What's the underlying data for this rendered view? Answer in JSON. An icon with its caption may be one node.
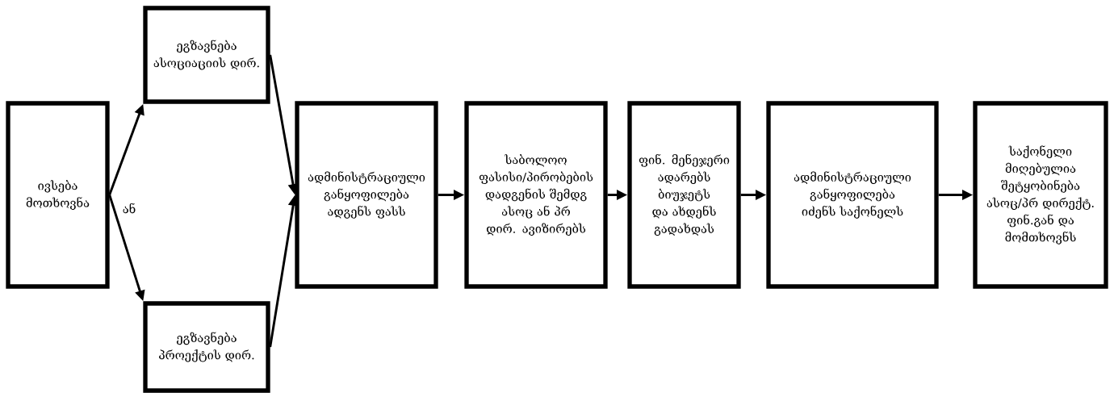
{
  "diagram": {
    "nodes": [
      {
        "text": [
          "ივსება მოთხოვნა"
        ]
      },
      {
        "text": [
          "ეგზავნება ასოციაციის დირ."
        ]
      },
      {
        "text": [
          "ეგზავნება პროექტის დირ."
        ]
      },
      {
        "text": [
          "ადმინისტრაციული განყოფილება ადგენს ფასს"
        ]
      },
      {
        "text": [
          "საბოლოო ფასისი/პირობების დადგენის შემდგ ასოც ან პრ დირ. ავიზირებს"
        ]
      },
      {
        "text": [
          "ფინ. მენეჯერი ადარებს ბიუჯეტს და ახდენს გადახდას"
        ]
      },
      {
        "text": [
          "ადმინისტრაციული განყოფილება იძენს საქონელს"
        ]
      },
      {
        "text": [
          "საქონელი მიღებულია შეტყობინება ასოც/პრ დირექტ. ფინ.გან და მომთხოვნს"
        ]
      }
    ],
    "edges": [
      {
        "from": 0,
        "to": 1,
        "arrow": "to"
      },
      {
        "from": 0,
        "to": 2,
        "arrow": "to"
      },
      {
        "from": 1,
        "to": 3,
        "arrow": "to"
      },
      {
        "from": 2,
        "to": 3,
        "arrow": "to"
      },
      {
        "from": 3,
        "to": 4,
        "arrow": "to"
      },
      {
        "from": 4,
        "to": 5,
        "arrow": "to"
      },
      {
        "from": 5,
        "to": 6,
        "arrow": "to"
      },
      {
        "from": 6,
        "to": 7,
        "arrow": "to"
      }
    ],
    "labels": [
      "ან"
    ]
  }
}
